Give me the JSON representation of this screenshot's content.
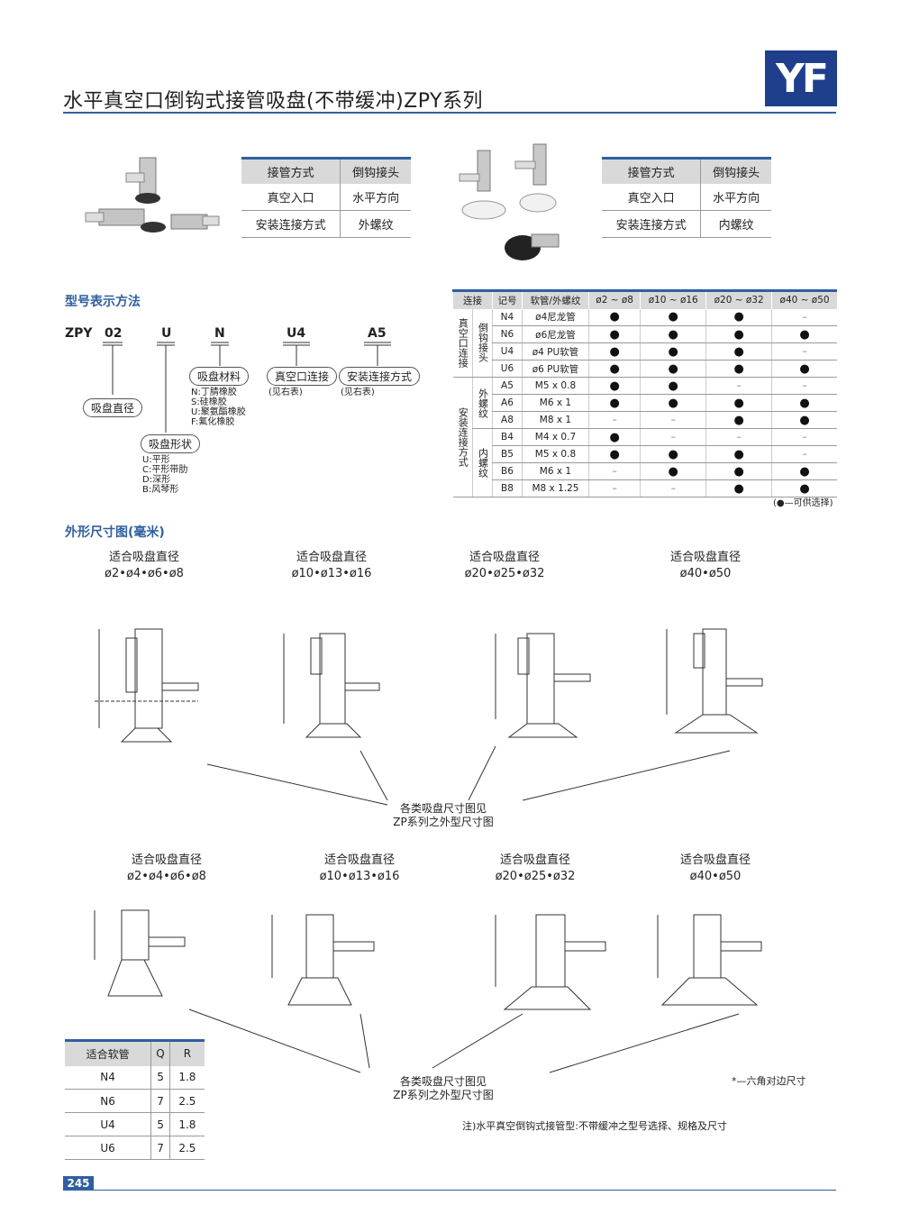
{
  "header": {
    "title": "水平真空口倒钩式接管吸盘(不带缓冲)ZPY系列",
    "logo_text": "YF"
  },
  "info_tables": [
    {
      "headers": [
        "接管方式",
        "倒钩接头"
      ],
      "rows": [
        [
          "真空入口",
          "水平方向"
        ],
        [
          "安装连接方式",
          "外螺纹"
        ]
      ]
    },
    {
      "headers": [
        "接管方式",
        "倒钩接头"
      ],
      "rows": [
        [
          "真空入口",
          "水平方向"
        ],
        [
          "安装连接方式",
          "内螺纹"
        ]
      ]
    }
  ],
  "model_section": {
    "heading": "型号表示方法",
    "codes": [
      "ZPY",
      "02",
      "U",
      "N",
      "U4",
      "A5"
    ],
    "labels": {
      "diameter": "吸盘直径",
      "shape": "吸盘形状",
      "material": "吸盘材料",
      "vacuum_port": "真空口连接",
      "mount": "安装连接方式"
    },
    "shape_options": [
      "U:平形",
      "C:平形带肋",
      "D:深形",
      "B:风琴形"
    ],
    "material_options": [
      "N:丁腈橡胶",
      "S:硅橡胶",
      "U:聚氨酯橡胶",
      "F:氟化橡胶"
    ],
    "see_right_1": "(见右表)",
    "see_right_2": "(见右表)"
  },
  "spec_table": {
    "headers": [
      "连接",
      "记号",
      "软管/外螺纹",
      "ø2 ~ ø8",
      "ø10 ~ ø16",
      "ø20 ~ ø32",
      "ø40 ~ ø50"
    ],
    "group1": "真空口连接",
    "group1_sub": "倒钩接头",
    "group2": "安装连接方式",
    "group2_sub_a": "外螺纹",
    "group2_sub_b": "内螺纹",
    "rows": [
      [
        "N4",
        "ø4尼龙管",
        "●",
        "●",
        "●",
        "–"
      ],
      [
        "N6",
        "ø6尼龙管",
        "●",
        "●",
        "●",
        "●"
      ],
      [
        "U4",
        "ø4 PU软管",
        "●",
        "●",
        "●",
        "–"
      ],
      [
        "U6",
        "ø6 PU软管",
        "●",
        "●",
        "●",
        "●"
      ],
      [
        "A5",
        "M5 x 0.8",
        "●",
        "●",
        "–",
        "–"
      ],
      [
        "A6",
        "M6 x 1",
        "●",
        "●",
        "●",
        "●"
      ],
      [
        "A8",
        "M8 x 1",
        "–",
        "–",
        "●",
        "●"
      ],
      [
        "B4",
        "M4 x 0.7",
        "●",
        "–",
        "–",
        "–"
      ],
      [
        "B5",
        "M5 x 0.8",
        "●",
        "●",
        "●",
        "–"
      ],
      [
        "B6",
        "M6 x 1",
        "–",
        "●",
        "●",
        "●"
      ],
      [
        "B8",
        "M8 x 1.25",
        "–",
        "–",
        "●",
        "●"
      ]
    ],
    "legend": "(●—可供选择)"
  },
  "dims_section": {
    "heading": "外形尺寸图(毫米)",
    "suitable": "适合吸盘直径",
    "row1": [
      "ø2•ø4•ø6•ø8",
      "ø10•ø13•ø16",
      "ø20•ø25•ø32",
      "ø40•ø50"
    ],
    "row2": [
      "ø2•ø4•ø6•ø8",
      "ø10•ø13•ø16",
      "ø20•ø25•ø32",
      "ø40•ø50"
    ],
    "note_line1": "各类吸盘尺寸图见",
    "note_line2": "ZP系列之外型尺寸图",
    "hex_note": "*—六角对边尺寸",
    "footnote": "注)水平真空倒钩式接管型:不带缓冲之型号选择、规格及尺寸"
  },
  "soft_table": {
    "headers": [
      "适合软管",
      "Q",
      "R"
    ],
    "rows": [
      [
        "N4",
        "5",
        "1.8"
      ],
      [
        "N6",
        "7",
        "2.5"
      ],
      [
        "U4",
        "5",
        "1.8"
      ],
      [
        "U6",
        "7",
        "2.5"
      ]
    ]
  },
  "page": {
    "number": "245"
  }
}
